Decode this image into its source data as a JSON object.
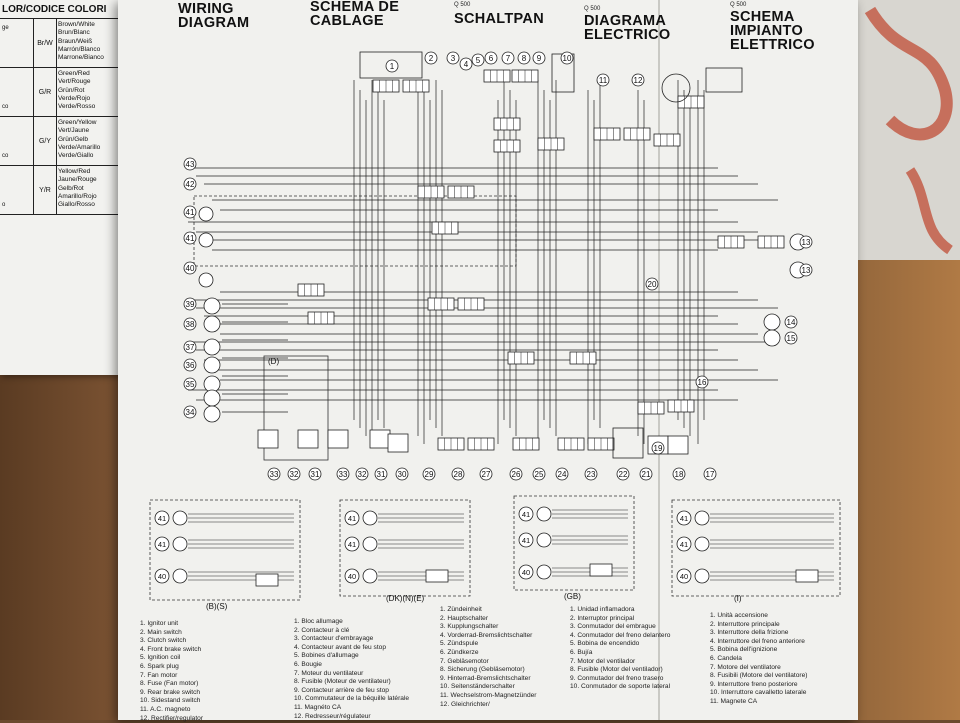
{
  "color_code_sheet": {
    "header": "LOR/CODICE COLORI",
    "rows": [
      {
        "left": [
          "ge",
          "",
          "",
          ""
        ],
        "code": "Br/W",
        "names": [
          "Brown/White",
          "Brun/Blanc",
          "Braun/Weiß",
          "Marrón/Blanco",
          "Marrone/Bianco"
        ]
      },
      {
        "left": [
          "",
          "",
          "",
          "co"
        ],
        "code": "G/R",
        "names": [
          "Green/Red",
          "Vert/Rouge",
          "Grün/Rot",
          "Verde/Rojo",
          "Verde/Rosso"
        ]
      },
      {
        "left": [
          "",
          "",
          "",
          "co"
        ],
        "code": "G/Y",
        "names": [
          "Green/Yellow",
          "Vert/Jaune",
          "Grün/Gelb",
          "Verde/Amarillo",
          "Verde/Giallo"
        ]
      },
      {
        "left": [
          "",
          "",
          "",
          "o"
        ],
        "code": "Y/R",
        "names": [
          "Yellow/Red",
          "Jaune/Rouge",
          "Gelb/Rot",
          "Amarillo/Rojo",
          "Giallo/Rosso"
        ]
      }
    ]
  },
  "headers": {
    "en": "WIRING\nDIAGRAM",
    "fr": "SCHEMA DE\nCABLAGE",
    "de": "SCHALTPAN",
    "es": "DIAGRAMA\nELECTRICO",
    "it": "SCHEMA\nIMPIANTO\nELETTRICO",
    "model_de": "Q 500",
    "model_es": "Q 500",
    "model_it": "Q 500"
  },
  "diagram": {
    "top_numbers": [
      "1",
      "2",
      "3",
      "4",
      "5",
      "6",
      "7",
      "8",
      "9",
      "10",
      "11",
      "12"
    ],
    "left_numbers": [
      "43",
      "42",
      "41",
      "41",
      "40",
      "39",
      "38",
      "37",
      "36",
      "35",
      "34"
    ],
    "bottom_numbers": [
      "33",
      "32",
      "31",
      "33",
      "32",
      "31",
      "30",
      "29",
      "28",
      "27",
      "26",
      "25",
      "24",
      "23",
      "22",
      "21",
      "18",
      "17"
    ],
    "right_numbers": [
      "13",
      "13",
      "14",
      "15",
      "16",
      "19",
      "20"
    ]
  },
  "variants": [
    {
      "label": "(B)(S)"
    },
    {
      "label": "(DK)(N)(E)"
    },
    {
      "label": "(GB)"
    },
    {
      "label": "(I)"
    }
  ],
  "variant_circle_labels": [
    "41",
    "41",
    "40"
  ],
  "connector_label_D": "(D)",
  "legends": {
    "en": [
      "1. Ignitor unit",
      "2. Main switch",
      "3. Clutch switch",
      "4. Front brake switch",
      "5. Ignition coil",
      "6. Spark plug",
      "7. Fan motor",
      "8. Fuse (Fan motor)",
      "9. Rear brake switch",
      "10. Sidestand switch",
      "11. A.C. magneto",
      "12. Rectifier/regulator"
    ],
    "fr": [
      "1. Bloc allumage",
      "2. Contacteur à clé",
      "3. Contacteur d'embrayage",
      "4. Contacteur avant de feu stop",
      "5. Bobines d'allumage",
      "6. Bougie",
      "7. Moteur du ventilateur",
      "8. Fusible (Moteur de ventilateur)",
      "9. Contacteur arrière de feu stop",
      "10. Commutateur de la béquille latérale",
      "11. Magnéto CA",
      "12. Redresseur/régulateur"
    ],
    "de": [
      "1. Zündeinheit",
      "2. Hauptschalter",
      "3. Kupplungschalter",
      "4. Vorderrad-Bremslichtschalter",
      "5. Zündspule",
      "6. Zündkerze",
      "7. Gebläsemotor",
      "8. Sicherung (Gebläsemotor)",
      "9. Hinterrad-Bremslichtschalter",
      "10. Seitenständerschalter",
      "11. Wechselstrom-Magnetzünder",
      "12. Gleichrichter/"
    ],
    "es": [
      "1. Unidad inflamadora",
      "2. Interruptor principal",
      "3. Conmutador del embrague",
      "4. Conmutador del freno delantero",
      "5. Bobina de encendido",
      "6. Bujía",
      "7. Motor del ventilador",
      "8. Fusible (Motor del ventilador)",
      "9. Conmutador del freno trasero",
      "10. Conmutador de soporte lateral"
    ],
    "it": [
      "1. Unità accensione",
      "2. Interruttore principale",
      "3. Interruttore della frizione",
      "4. Interruttore del freno anteriore",
      "5. Bobina dell'ignizione",
      "6. Candela",
      "7. Motore del ventilatore",
      "8. Fusibili (Motore del ventilatore)",
      "9. Interruttore freno posteriore",
      "10. Interruttore cavalletto laterale",
      "11. Magnete CA"
    ]
  }
}
